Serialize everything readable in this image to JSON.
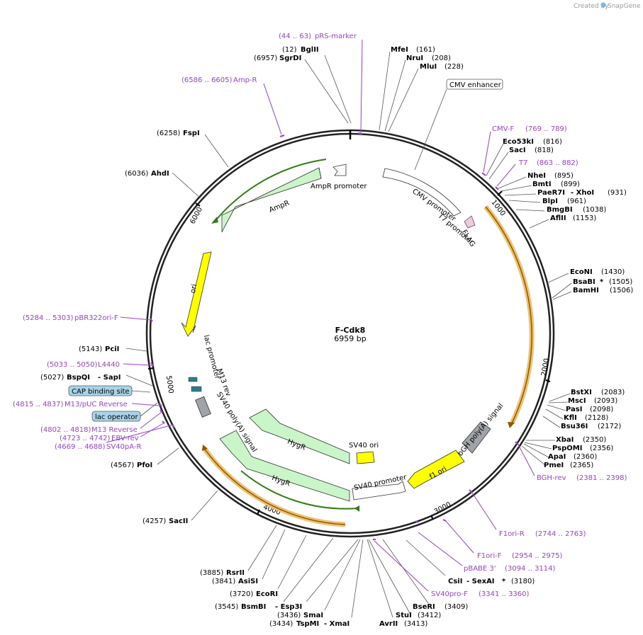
{
  "credit": {
    "prefix": "Created by",
    "brand": "SnapGene"
  },
  "plasmid": {
    "name": "F-Cdk8",
    "size": "6959 bp"
  },
  "ticks": [
    "1000",
    "2000",
    "3000",
    "4000",
    "5000",
    "6000"
  ],
  "sites_black": [
    {
      "pos": "(12)",
      "name": "BglII"
    },
    {
      "pos": "(6957)",
      "name": "SgrDI"
    },
    {
      "pos": "(161)",
      "name": "MfeI"
    },
    {
      "pos": "(208)",
      "name": "NruI"
    },
    {
      "pos": "(228)",
      "name": "MluI"
    },
    {
      "pos": "(816)",
      "name": "Eco53kI"
    },
    {
      "pos": "(818)",
      "name": "SacI"
    },
    {
      "pos": "(895)",
      "name": "NheI"
    },
    {
      "pos": "(899)",
      "name": "BmtI"
    },
    {
      "pos": "(931)",
      "name": "PaeR7I",
      "name2": "- XhoI"
    },
    {
      "pos": "(961)",
      "name": "BlpI"
    },
    {
      "pos": "(1038)",
      "name": "BmgBI"
    },
    {
      "pos": "(1153)",
      "name": "AflII"
    },
    {
      "pos": "(1430)",
      "name": "EcoNI"
    },
    {
      "pos": "(1505)",
      "name": "BsaBI",
      "star": "*"
    },
    {
      "pos": "(1506)",
      "name": "BamHI"
    },
    {
      "pos": "(2083)",
      "name": "BstXI"
    },
    {
      "pos": "(2093)",
      "name": "MscI"
    },
    {
      "pos": "(2098)",
      "name": "PasI"
    },
    {
      "pos": "(2128)",
      "name": "KflI"
    },
    {
      "pos": "(2172)",
      "name": "Bsu36I"
    },
    {
      "pos": "(2350)",
      "name": "XbaI"
    },
    {
      "pos": "(2356)",
      "name": "PspOMI"
    },
    {
      "pos": "(2360)",
      "name": "ApaI"
    },
    {
      "pos": "(2365)",
      "name": "PmeI"
    },
    {
      "pos": "(3180)",
      "name": "CsiI",
      "name2": "- SexAI",
      "star": "*"
    },
    {
      "pos": "(3409)",
      "name": "BseRI"
    },
    {
      "pos": "(3412)",
      "name": "StuI"
    },
    {
      "pos": "(3413)",
      "name": "AvrII"
    },
    {
      "pos": "(3434)",
      "name": "TspMI",
      "name2": "- XmaI"
    },
    {
      "pos": "(3436)",
      "name": "SmaI"
    },
    {
      "pos": "(3545)",
      "name": "BsmBI",
      "name2": "- Esp3I"
    },
    {
      "pos": "(3720)",
      "name": "EcoRI"
    },
    {
      "pos": "(3841)",
      "name": "AsiSI"
    },
    {
      "pos": "(3885)",
      "name": "RsrII"
    },
    {
      "pos": "(4257)",
      "name": "SacII"
    },
    {
      "pos": "(4567)",
      "name": "PfoI"
    },
    {
      "pos": "(5027)",
      "name": "BspQI",
      "name2": "- SapI"
    },
    {
      "pos": "(5143)",
      "name": "PciI"
    },
    {
      "pos": "(6036)",
      "name": "AhdI"
    },
    {
      "pos": "(6258)",
      "name": "FspI"
    }
  ],
  "primers": [
    {
      "pos": "(44 .. 63)",
      "name": "pRS-marker"
    },
    {
      "pos": "(6586 .. 6605)",
      "name": "Amp-R"
    },
    {
      "pos": "(769 .. 789)",
      "name": "CMV-F"
    },
    {
      "pos": "(863 .. 882)",
      "name": "T7"
    },
    {
      "pos": "(2381 .. 2398)",
      "name": "BGH-rev"
    },
    {
      "pos": "(2744 .. 2763)",
      "name": "F1ori-R"
    },
    {
      "pos": "(2954 .. 2975)",
      "name": "F1ori-F"
    },
    {
      "pos": "(3094 .. 3114)",
      "name": "pBABE 3'"
    },
    {
      "pos": "(3341 .. 3360)",
      "name": "SV40pro-F"
    },
    {
      "pos": "(4669 .. 4688)",
      "name": "SV40pA-R"
    },
    {
      "pos": "(4723 .. 4742)",
      "name": "EBV-rev"
    },
    {
      "pos": "(4802 .. 4818)",
      "name": "M13 Reverse"
    },
    {
      "pos": "(4815 .. 4837)",
      "name": "M13/pUC Reverse"
    },
    {
      "pos": "(5033 .. 5050)",
      "name": "L4440"
    },
    {
      "pos": "(5284 .. 5303)",
      "name": "pBR322ori-F"
    }
  ],
  "boxed_features": [
    {
      "name": "CMV enhancer"
    },
    {
      "name": "CAP binding site"
    },
    {
      "name": "lac operator"
    }
  ],
  "features": {
    "ampr_promoter": "AmpR promoter",
    "ampr": "AmpR",
    "cmv_promoter": "CMV promoter",
    "t7_promoter": "T7 promoter",
    "flag": "FLAG",
    "ori": "ori",
    "lac_promoter": "lac promoter",
    "m13_rev": "M13 rev",
    "sv40_polya": "SV40 poly(A) signal",
    "hygr_inner": "HygR",
    "hygr_outer": "HygR",
    "sv40_ori": "SV40 ori",
    "sv40_promoter": "SV40 promoter",
    "f1_ori": "f1 ori",
    "bgh_polya": "bGH poly(A) signal"
  },
  "colors": {
    "primer": "#9c3fd6",
    "orf_fill": "#c9f5c9",
    "ori_fill": "#ffff00",
    "polya_fill": "#a0a4a8",
    "cds_outline": "#f0c070",
    "cds_line": "#8a5a00",
    "green_line": "#2e7d10",
    "box_blue": "#a9d4e8"
  }
}
